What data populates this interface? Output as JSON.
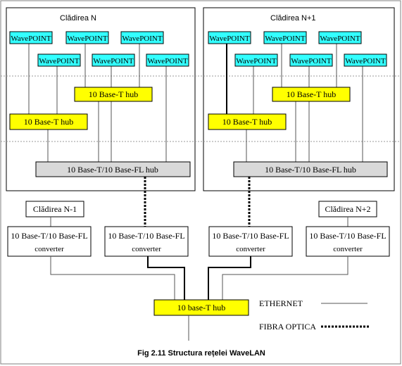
{
  "colors": {
    "wavepoint_fill": "#33ffff",
    "hub_fill": "#ffff00",
    "backbone_hub_fill": "#d9d9d9",
    "box_fill": "#ffffff",
    "line": "#000000",
    "frame": "#808080"
  },
  "buildings": [
    {
      "label": "Clădirea N"
    },
    {
      "label": "Clădirea N+1"
    }
  ],
  "wavepoint_label": "WavePOINT",
  "hub_label": "10 Base-T hub",
  "backbone_hub_label": "10 Base-T/10 Base-FL hub",
  "converter": {
    "line1": "10 Base-T/10 Base-FL",
    "line2": "converter"
  },
  "outside_buildings": [
    "Clădirea N-1",
    "Clădirea N+2"
  ],
  "central_hub_label": "10 base-T hub",
  "legend": {
    "ethernet_label": "ETHERNET",
    "fiber_label": "FIBRA OPTICA"
  },
  "caption": "Fig 2.11 Structura rețelei WaveLAN"
}
